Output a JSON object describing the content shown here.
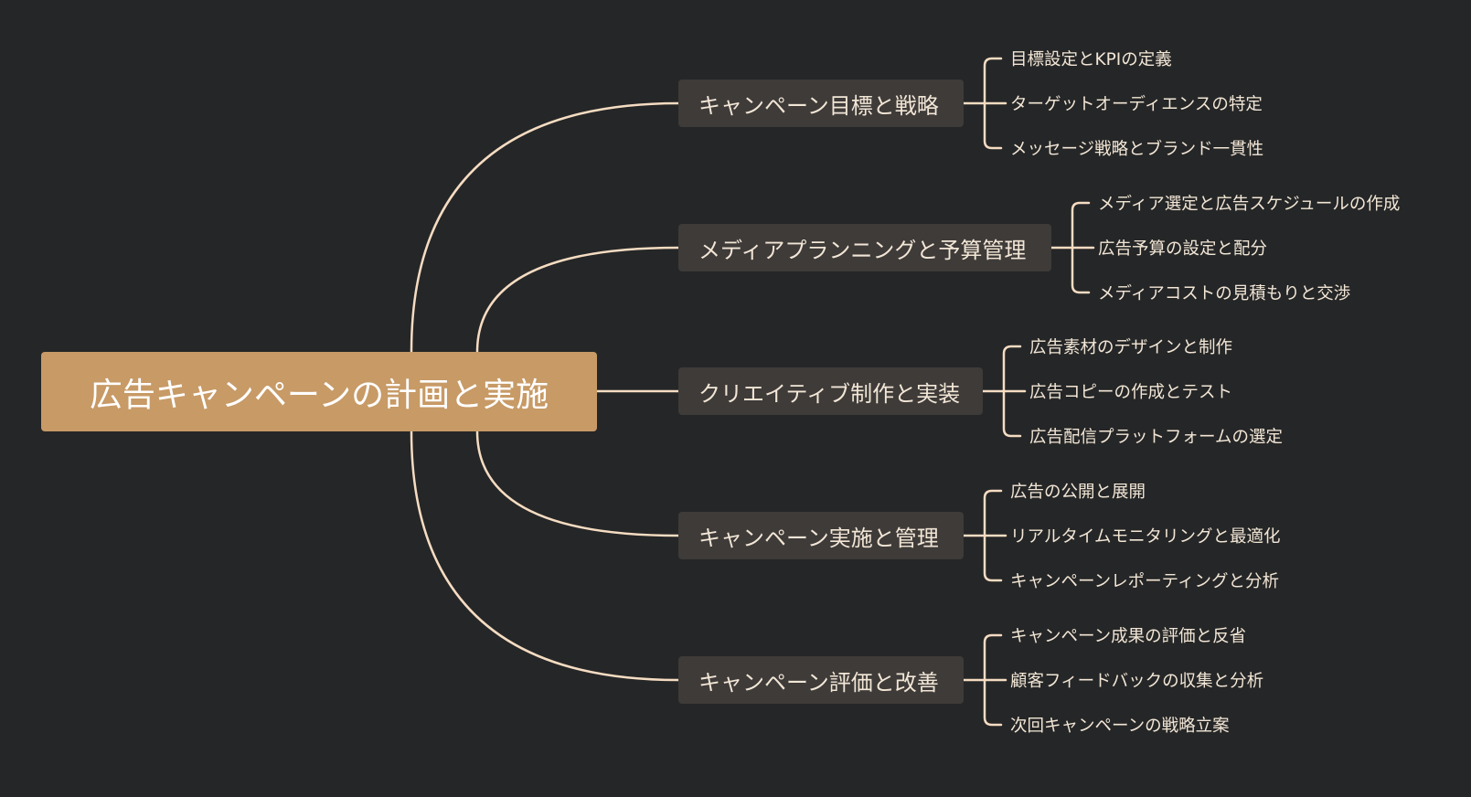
{
  "root": {
    "label": "広告キャンペーンの計画と実施"
  },
  "branches": [
    {
      "label": "キャンペーン目標と戦略",
      "children": [
        "目標設定とKPIの定義",
        "ターゲットオーディエンスの特定",
        "メッセージ戦略とブランド一貫性"
      ]
    },
    {
      "label": "メディアプランニングと予算管理",
      "children": [
        "メディア選定と広告スケジュールの作成",
        "広告予算の設定と配分",
        "メディアコストの見積もりと交渉"
      ]
    },
    {
      "label": "クリエイティブ制作と実装",
      "children": [
        "広告素材のデザインと制作",
        "広告コピーの作成とテスト",
        "広告配信プラットフォームの選定"
      ]
    },
    {
      "label": "キャンペーン実施と管理",
      "children": [
        "広告の公開と展開",
        "リアルタイムモニタリングと最適化",
        "キャンペーンレポーティングと分析"
      ]
    },
    {
      "label": "キャンペーン評価と改善",
      "children": [
        "キャンペーン成果の評価と反省",
        "顧客フィードバックの収集と分析",
        "次回キャンペーンの戦略立案"
      ]
    }
  ],
  "colors": {
    "background": "#252627",
    "connector": "#f5dcc2",
    "root_fill": "#c79a66",
    "branch_fill": "#3e3b39",
    "text": "#f2e6d6"
  }
}
